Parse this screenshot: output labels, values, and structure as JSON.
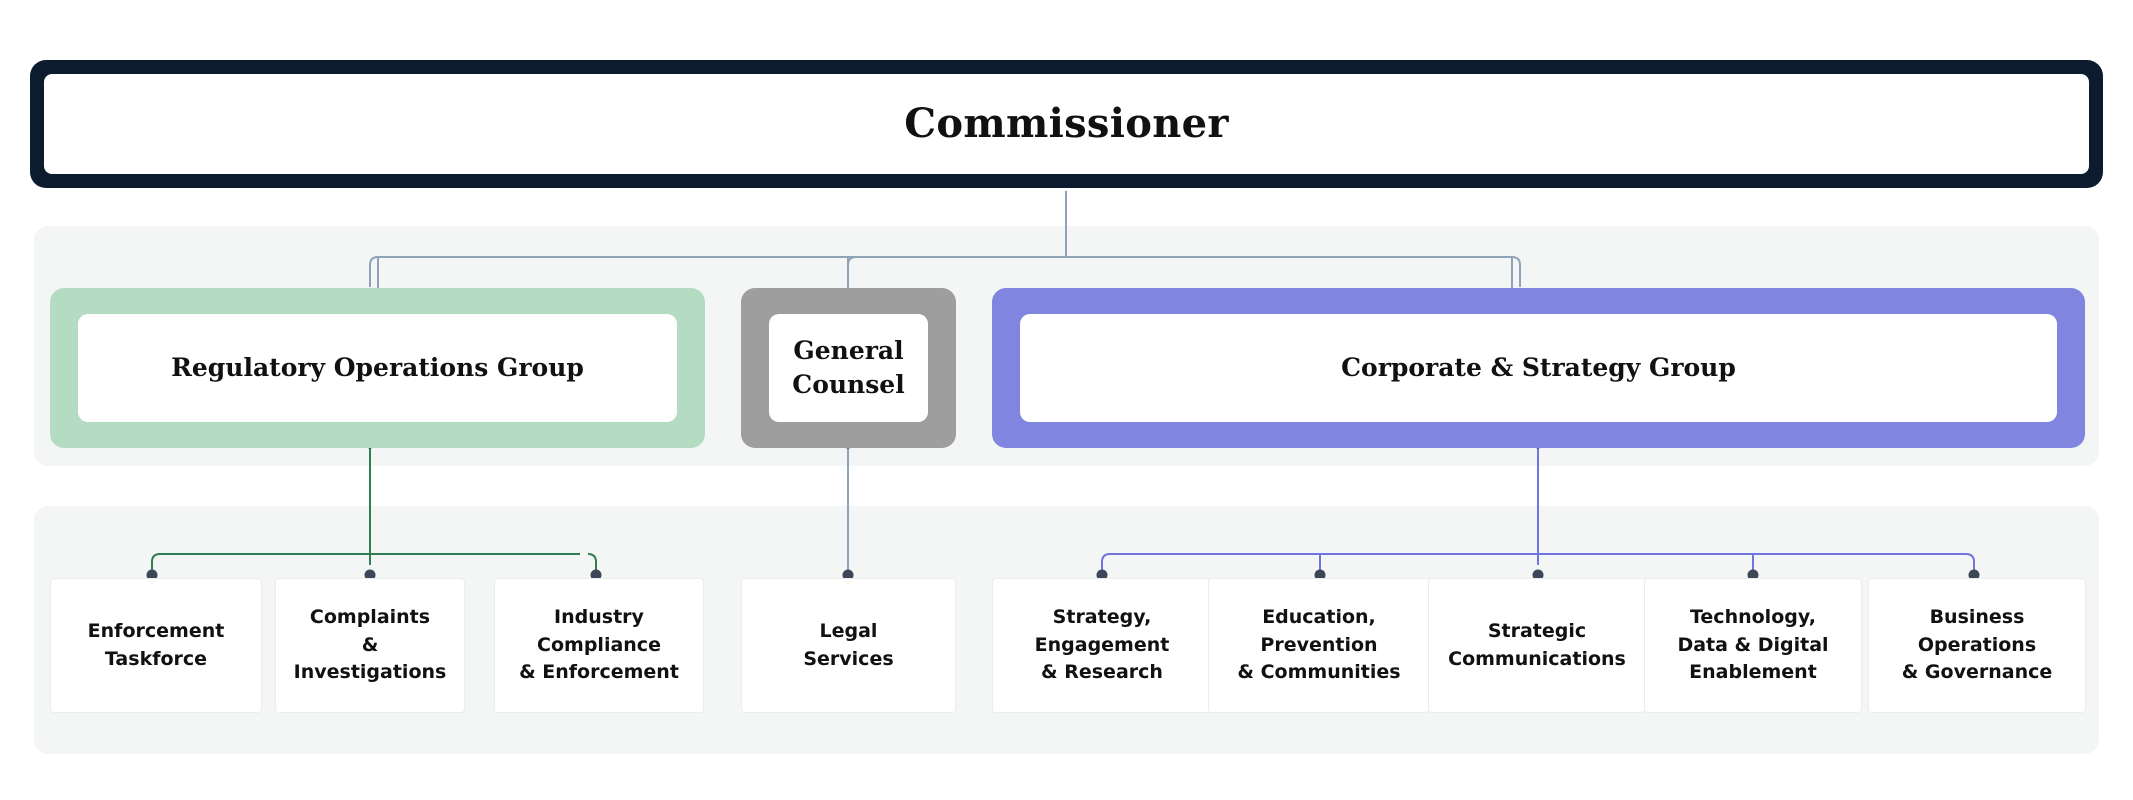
{
  "diagram": {
    "type": "organisational-chart",
    "orientation": "top-down"
  },
  "colors": {
    "commissioner_border": "#0d1b2e",
    "regulatory_group": "#b4dcc2",
    "general_counsel_group": "#9e9e9e",
    "corporate_strategy_group": "#8086e0",
    "panel_background": "#f4f5f5",
    "card_background": "#ffffff",
    "connector_default": "#8fa3b8",
    "connector_green": "#2f7d52",
    "connector_purple": "#6f76e0",
    "connector_dot": "#3c4858",
    "text": "#111111"
  },
  "tier1": {
    "commissioner": {
      "label": "Commissioner"
    }
  },
  "tier2": {
    "groups": [
      {
        "id": "regulatory-operations-group",
        "label": "Regulatory\nOperations Group",
        "color": "#b4dcc2"
      },
      {
        "id": "general-counsel",
        "label": "General\nCounsel",
        "color": "#9e9e9e"
      },
      {
        "id": "corporate-strategy-group",
        "label": "Corporate &\nStrategy Group",
        "color": "#8086e0"
      }
    ]
  },
  "tier3": {
    "units": [
      {
        "id": "enforcement-taskforce",
        "label": "Enforcement\nTaskforce",
        "parent": "regulatory-operations-group"
      },
      {
        "id": "complaints-and-investigations",
        "label": "Complaints\n& Investigations",
        "parent": "regulatory-operations-group"
      },
      {
        "id": "industry-compliance-and-enforcement",
        "label": "Industry\nCompliance\n& Enforcement",
        "parent": "regulatory-operations-group"
      },
      {
        "id": "legal-services",
        "label": "Legal\nServices",
        "parent": "general-counsel"
      },
      {
        "id": "strategy-engagement-and-research",
        "label": "Strategy,\nEngagement\n& Research",
        "parent": "corporate-strategy-group"
      },
      {
        "id": "education-prevention-and-communities",
        "label": "Education,\nPrevention\n& Communities",
        "parent": "corporate-strategy-group"
      },
      {
        "id": "strategic-communications",
        "label": "Strategic\nCommunications",
        "parent": "corporate-strategy-group"
      },
      {
        "id": "technology-data-and-digital-enablement",
        "label": "Technology,\nData & Digital\nEnablement",
        "parent": "corporate-strategy-group"
      },
      {
        "id": "business-operations-and-governance",
        "label": "Business\nOperations\n& Governance",
        "parent": "corporate-strategy-group"
      }
    ]
  }
}
